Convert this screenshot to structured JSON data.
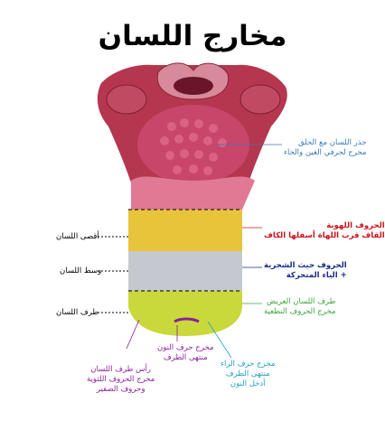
{
  "title": "مخارج اللسان",
  "colors": {
    "dark_band": "#e8c43a",
    "light_band": "#c5c9cf",
    "tip_band": "#c9d93c",
    "tongue_pink": "#e07a94",
    "tissue_red": "#b5374f",
    "blue_label": "#3a7ab8",
    "red_label": "#c8141c",
    "navy_label": "#1a2a8a",
    "green_label": "#3aa53a",
    "purple_label": "#8b1f9a",
    "cyan_label": "#1fa0c0"
  },
  "left_labels": {
    "back": "أقصى اللسان",
    "middle": "وسط اللسان",
    "tip_side": "طرف اللسان"
  },
  "right_labels": {
    "root": {
      "line1": "جذر اللسان مع الحلق",
      "line2": "مخرج لحرفي الغين والخاء"
    },
    "uvular": {
      "line1": "الحروف اللهوية",
      "line2": "القاف قرب اللهاة أسفلها الكاف"
    },
    "palatal": {
      "line1": "الحروف حيث الشجرية",
      "line2": "+ الياء المتحركة"
    },
    "lateral": {
      "line1": "طرف اللسان العريض",
      "line2": "مخرج الحروف النطعية"
    }
  },
  "bottom_labels": {
    "tip": {
      "line1": "رأس طرف اللسان",
      "line2": "مخرج الحروف اللثوية",
      "line3": "وحروف الصفير"
    },
    "noon": {
      "line1": "مخرج حرف النون",
      "line2": "منتهى الطرف"
    },
    "ra": {
      "line1": "مخرج حرف الراء",
      "line2": "منتهى الطرف",
      "line3": "أدخل النون"
    }
  }
}
